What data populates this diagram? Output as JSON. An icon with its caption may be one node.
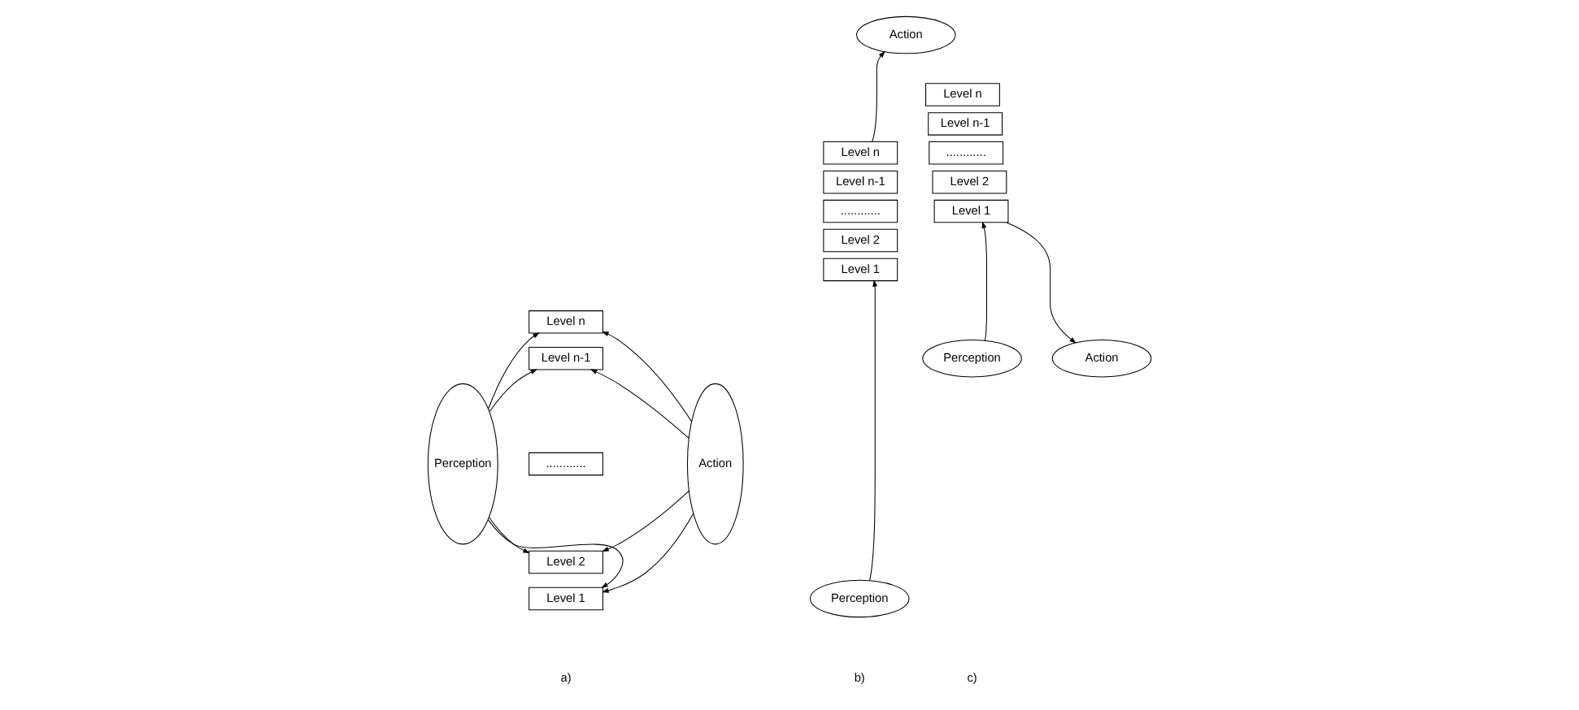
{
  "diagram": {
    "nodes": [
      {
        "text": [
          "Perception"
        ]
      },
      {
        "text": [
          "Level n"
        ]
      },
      {
        "text": [
          "Level n-1"
        ]
      },
      {
        "text": [
          "............"
        ]
      },
      {
        "text": [
          "Level 2"
        ]
      },
      {
        "text": [
          "Level 1"
        ]
      },
      {
        "text": [
          "Action"
        ]
      },
      {
        "text": [
          "Action"
        ]
      },
      {
        "text": [
          "Level n"
        ]
      },
      {
        "text": [
          "Level n-1"
        ]
      },
      {
        "text": [
          "............"
        ]
      },
      {
        "text": [
          "Level 2"
        ]
      },
      {
        "text": [
          "Level 1"
        ]
      },
      {
        "text": [
          "Perception"
        ]
      },
      {
        "text": [
          "Level n"
        ]
      },
      {
        "text": [
          "Level n-1"
        ]
      },
      {
        "text": [
          "............"
        ]
      },
      {
        "text": [
          "Level 2"
        ]
      },
      {
        "text": [
          "Level 1"
        ]
      },
      {
        "text": [
          "Perception"
        ]
      },
      {
        "text": [
          "Action"
        ]
      }
    ],
    "edges": [
      {
        "from": 0,
        "to": 1,
        "arrow": "to"
      },
      {
        "from": 0,
        "to": 2,
        "arrow": "to"
      },
      {
        "from": 0,
        "to": 4,
        "arrow": "to"
      },
      {
        "from": 0,
        "to": 5,
        "arrow": "to"
      },
      {
        "from": 6,
        "to": 1,
        "arrow": "to"
      },
      {
        "from": 6,
        "to": 2,
        "arrow": "to"
      },
      {
        "from": 6,
        "to": 4,
        "arrow": "to"
      },
      {
        "from": 6,
        "to": 5,
        "arrow": "to"
      },
      {
        "from": 8,
        "to": 7,
        "arrow": "to"
      },
      {
        "from": 13,
        "to": 12,
        "arrow": "to"
      },
      {
        "from": 19,
        "to": 18,
        "arrow": "to"
      },
      {
        "from": 18,
        "to": 20,
        "arrow": "to"
      }
    ],
    "labels": [
      "a)",
      "b)",
      "c)"
    ]
  }
}
